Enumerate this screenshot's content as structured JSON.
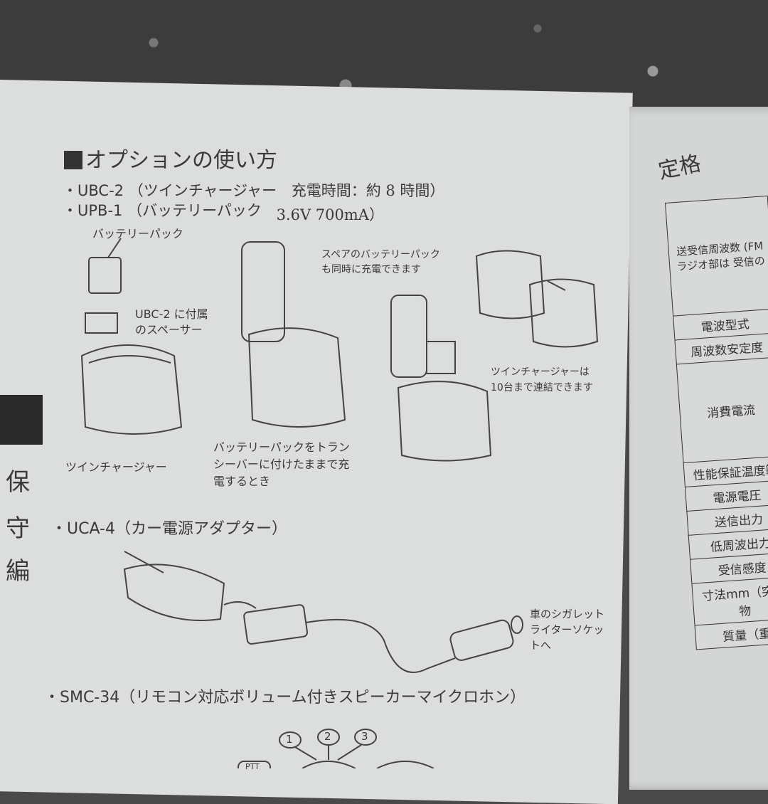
{
  "left_page": {
    "heading": "オプションの使い方",
    "items": [
      {
        "model": "・UBC-2",
        "desc": "（ツインチャージャー",
        "note": "充電時間：約 8 時間）"
      },
      {
        "model": "・UPB-1",
        "desc": "（バッテリーパック",
        "note": "3.6V 700mA）"
      }
    ],
    "captions": {
      "battery_pack": "バッテリーパック",
      "spacer": [
        "UBC-2 に付属",
        "のスペーサー"
      ],
      "twin_charger": "ツインチャージャー",
      "charge_attached": [
        "バッテリーパックをトラン",
        "シーバーに付けたままで充",
        "電するとき"
      ],
      "spare_charge": [
        "スペアのバッテリーパック",
        "も同時に充電できます"
      ],
      "link_chargers": [
        "ツインチャージャーは",
        "10台まで連結できます"
      ],
      "cigarette": [
        "車のシガレット",
        "ライターソケッ",
        "トへ"
      ]
    },
    "uca": "・UCA-4（カー電源アダプター）",
    "smc": "・SMC-34（リモコン対応ボリューム付きスピーカーマイクロホン）",
    "callouts": [
      "1",
      "2",
      "3"
    ],
    "ptt_label": "PTT",
    "side_label": [
      "保",
      "守",
      "編"
    ]
  },
  "right_page": {
    "title": "定格",
    "rows": [
      "送受信周波数 (FMラジオ部は 受信の",
      "電波型式",
      "周波数安定度",
      "消費電流",
      "性能保証温度範",
      "電源電圧",
      "送信出力",
      "低周波出力",
      "受信感度",
      "寸法mm（突起物",
      "質量（重"
    ]
  }
}
